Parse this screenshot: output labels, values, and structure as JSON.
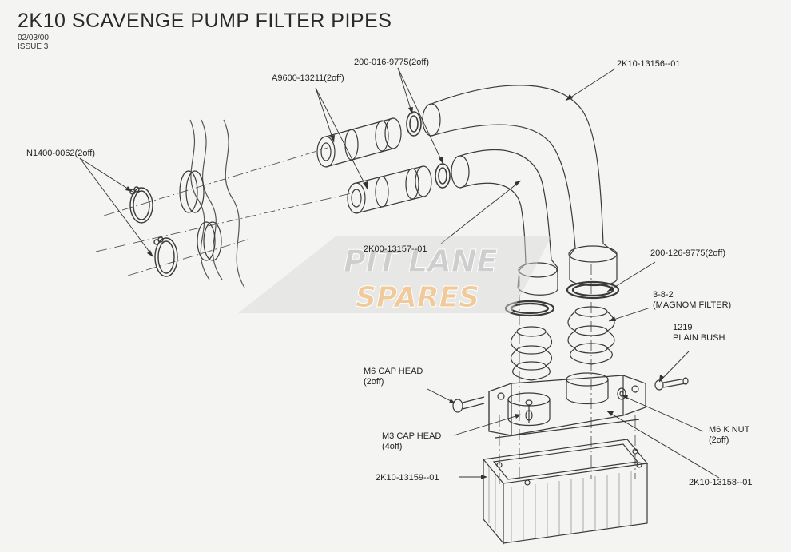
{
  "title": "2K10 SCAVENGE PUMP FILTER PIPES",
  "date": "02/03/00",
  "issue": "ISSUE 3",
  "labels": {
    "n1400": "N1400-0062(2off)",
    "a9600": "A9600-13211(2off)",
    "p200_016": "200-016-9775(2off)",
    "p2k10_13156": "2K10-13156--01",
    "p2k00_13157": "2K00-13157--01",
    "p200_126": "200-126-9775(2off)",
    "magnom_1": "3-8-2",
    "magnom_2": "(MAGNOM FILTER)",
    "bush_1": "1219",
    "bush_2": "PLAIN BUSH",
    "m6cap_1": "M6 CAP HEAD",
    "m6cap_2": "(2off)",
    "m3cap_1": "M3 CAP HEAD",
    "m3cap_2": "(4off)",
    "m6nut_1": "M6 K NUT",
    "m6nut_2": "(2off)",
    "p2k10_13159": "2K10-13159--01",
    "p2k10_13158": "2K10-13158--01"
  },
  "watermark": {
    "line1": "PIT LANE",
    "line2": "SPARES",
    "color_primary": "#c8c8c8",
    "color_accent": "#f2c38a"
  },
  "colors": {
    "line": "#3a3a3a",
    "background": "#f4f4f2"
  }
}
